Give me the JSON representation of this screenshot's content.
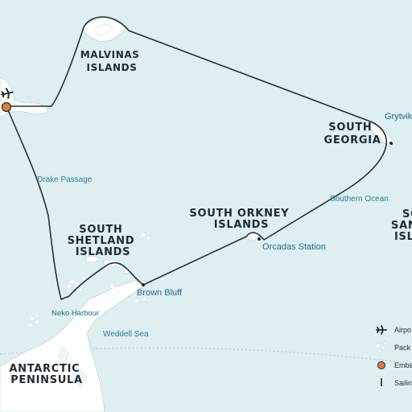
{
  "map": {
    "regions": {
      "malvinas": [
        "MALVINAS",
        "ISLANDS"
      ],
      "south_georgia": [
        "SOUTH",
        "GEORGIA"
      ],
      "south_orkney": [
        "SOUTH ORKNEY",
        "ISLANDS"
      ],
      "south_shetland": [
        "SOUTH",
        "SHETLAND",
        "ISLANDS"
      ],
      "south_sandwich": [
        "SOUTH",
        "SAN",
        "ISL"
      ],
      "antarctic_peninsula": [
        "ANTARCTIC",
        "PENINSULA"
      ]
    },
    "waters": {
      "drake_passage": "Drake Passage",
      "southern_ocean": "Southern Ocean",
      "weddell_sea": "Weddell Sea"
    },
    "places": {
      "grytviken": "Grytvik",
      "orcadas_station": "Orcadas Station",
      "brown_bluff": "Brown Bluff",
      "neko_harbour": "Neko Harbour"
    },
    "legend": [
      {
        "icon": "airplane-icon",
        "label": "Airpo"
      },
      {
        "icon": "pack-ice-icon",
        "label": "Pack"
      },
      {
        "icon": "embarkation-icon",
        "label": "Emba"
      },
      {
        "icon": "sailing-icon",
        "label": "Sailin"
      }
    ],
    "colors": {
      "sea": "#dfeef1",
      "land": "#ffffff",
      "route": "#26323a",
      "embark_fill": "#e27b3a",
      "label_place": "#1b6f86"
    }
  }
}
